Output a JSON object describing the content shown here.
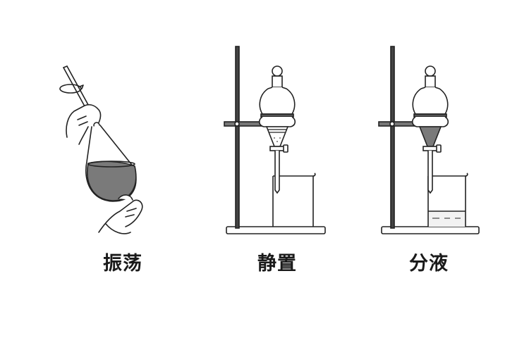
{
  "diagram": {
    "subject": "Liquid-liquid extraction with a separatory funnel",
    "steps": [
      {
        "label": "振荡",
        "illustration": "hand-shaking-funnel"
      },
      {
        "label": "静置",
        "illustration": "funnel-on-stand-settling"
      },
      {
        "label": "分液",
        "illustration": "funnel-on-stand-draining"
      }
    ],
    "colors": {
      "liquid": "#7a7a7a",
      "line": "#222222",
      "background": "#ffffff"
    }
  }
}
